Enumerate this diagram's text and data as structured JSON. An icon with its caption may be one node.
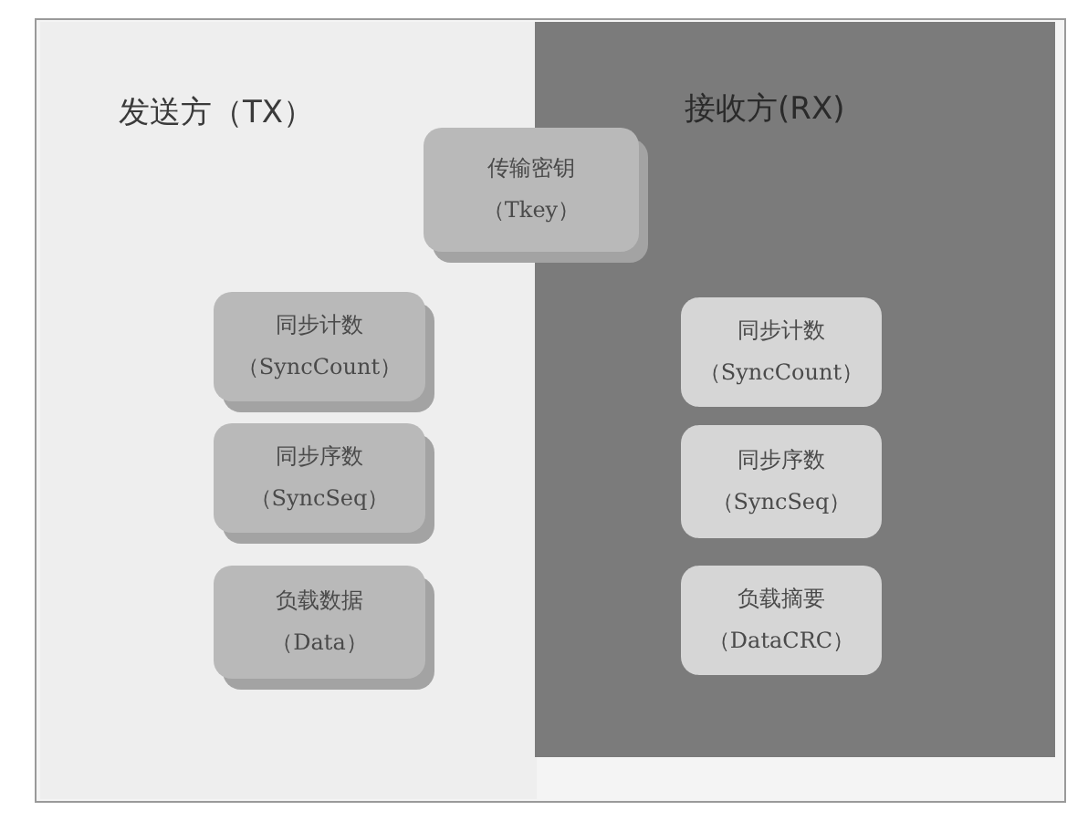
{
  "diagram": {
    "nodes": [
      {
        "text": [
          "发送方（TX）"
        ]
      },
      {
        "text": [
          "接收方(RX)"
        ]
      },
      {
        "text": [
          "传输密钥",
          "（Tkey）"
        ]
      },
      {
        "text": [
          "同步计数",
          "（SyncCount）"
        ],
        "in": 0
      },
      {
        "text": [
          "同步序数",
          "（SyncSeq）"
        ],
        "in": 0
      },
      {
        "text": [
          "负载数据",
          "（Data）"
        ],
        "in": 0
      },
      {
        "text": [
          "同步计数",
          "（SyncCount）"
        ],
        "in": 1
      },
      {
        "text": [
          "同步序数",
          "（SyncSeq）"
        ],
        "in": 1
      },
      {
        "text": [
          "负载摘要",
          "（DataCRC）"
        ],
        "in": 1
      }
    ]
  }
}
